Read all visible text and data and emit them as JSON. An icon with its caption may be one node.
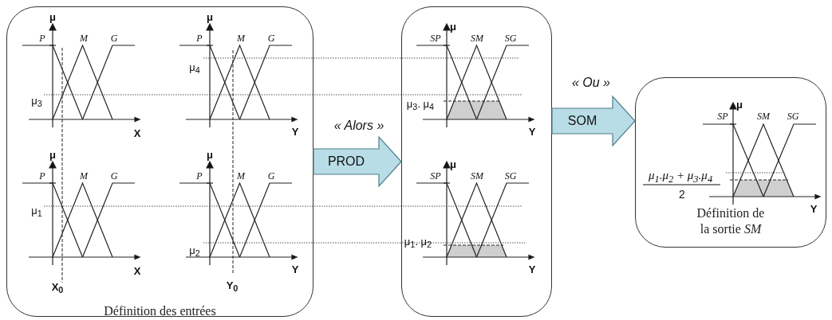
{
  "diagram": {
    "nodes": [
      {
        "text": [
          "Définition des entrées"
        ]
      },
      {
        "text": [],
        "shape": "box"
      },
      {
        "text": [
          "Définition de la sortie *SM*"
        ]
      }
    ],
    "edges": [
      {
        "from": 0,
        "to": 1,
        "arrow": "to",
        "label": "PROD"
      },
      {
        "from": 1,
        "to": 2,
        "arrow": "to",
        "label": "SOM"
      }
    ],
    "labels": [
      "μ",
      "P",
      "M",
      "G",
      "μ$_{3}$",
      "X",
      "μ",
      "P",
      "M",
      "G",
      "μ$_{4}$",
      "Y",
      "« Alors »",
      "μ",
      "SP",
      "SM",
      "SG",
      "μ$_{3}$. μ$_{4}$",
      "Y",
      "« Ou »",
      "μ",
      "SP",
      "SM",
      "SG",
      "μ$_{1}$.μ$_{2}$ + μ$_{3}$.μ$_{4}$",
      "2",
      "Y",
      "μ",
      "P",
      "M",
      "G",
      "μ$_{1}$",
      "X",
      "μ",
      "P",
      "M",
      "G",
      "μ$_{2}$",
      "Y",
      "μ",
      "SP",
      "SM",
      "SG",
      "μ$_{1}$. μ$_{2}$",
      "Y",
      "X$_{0}$",
      "Y$_{0}$"
    ]
  }
}
